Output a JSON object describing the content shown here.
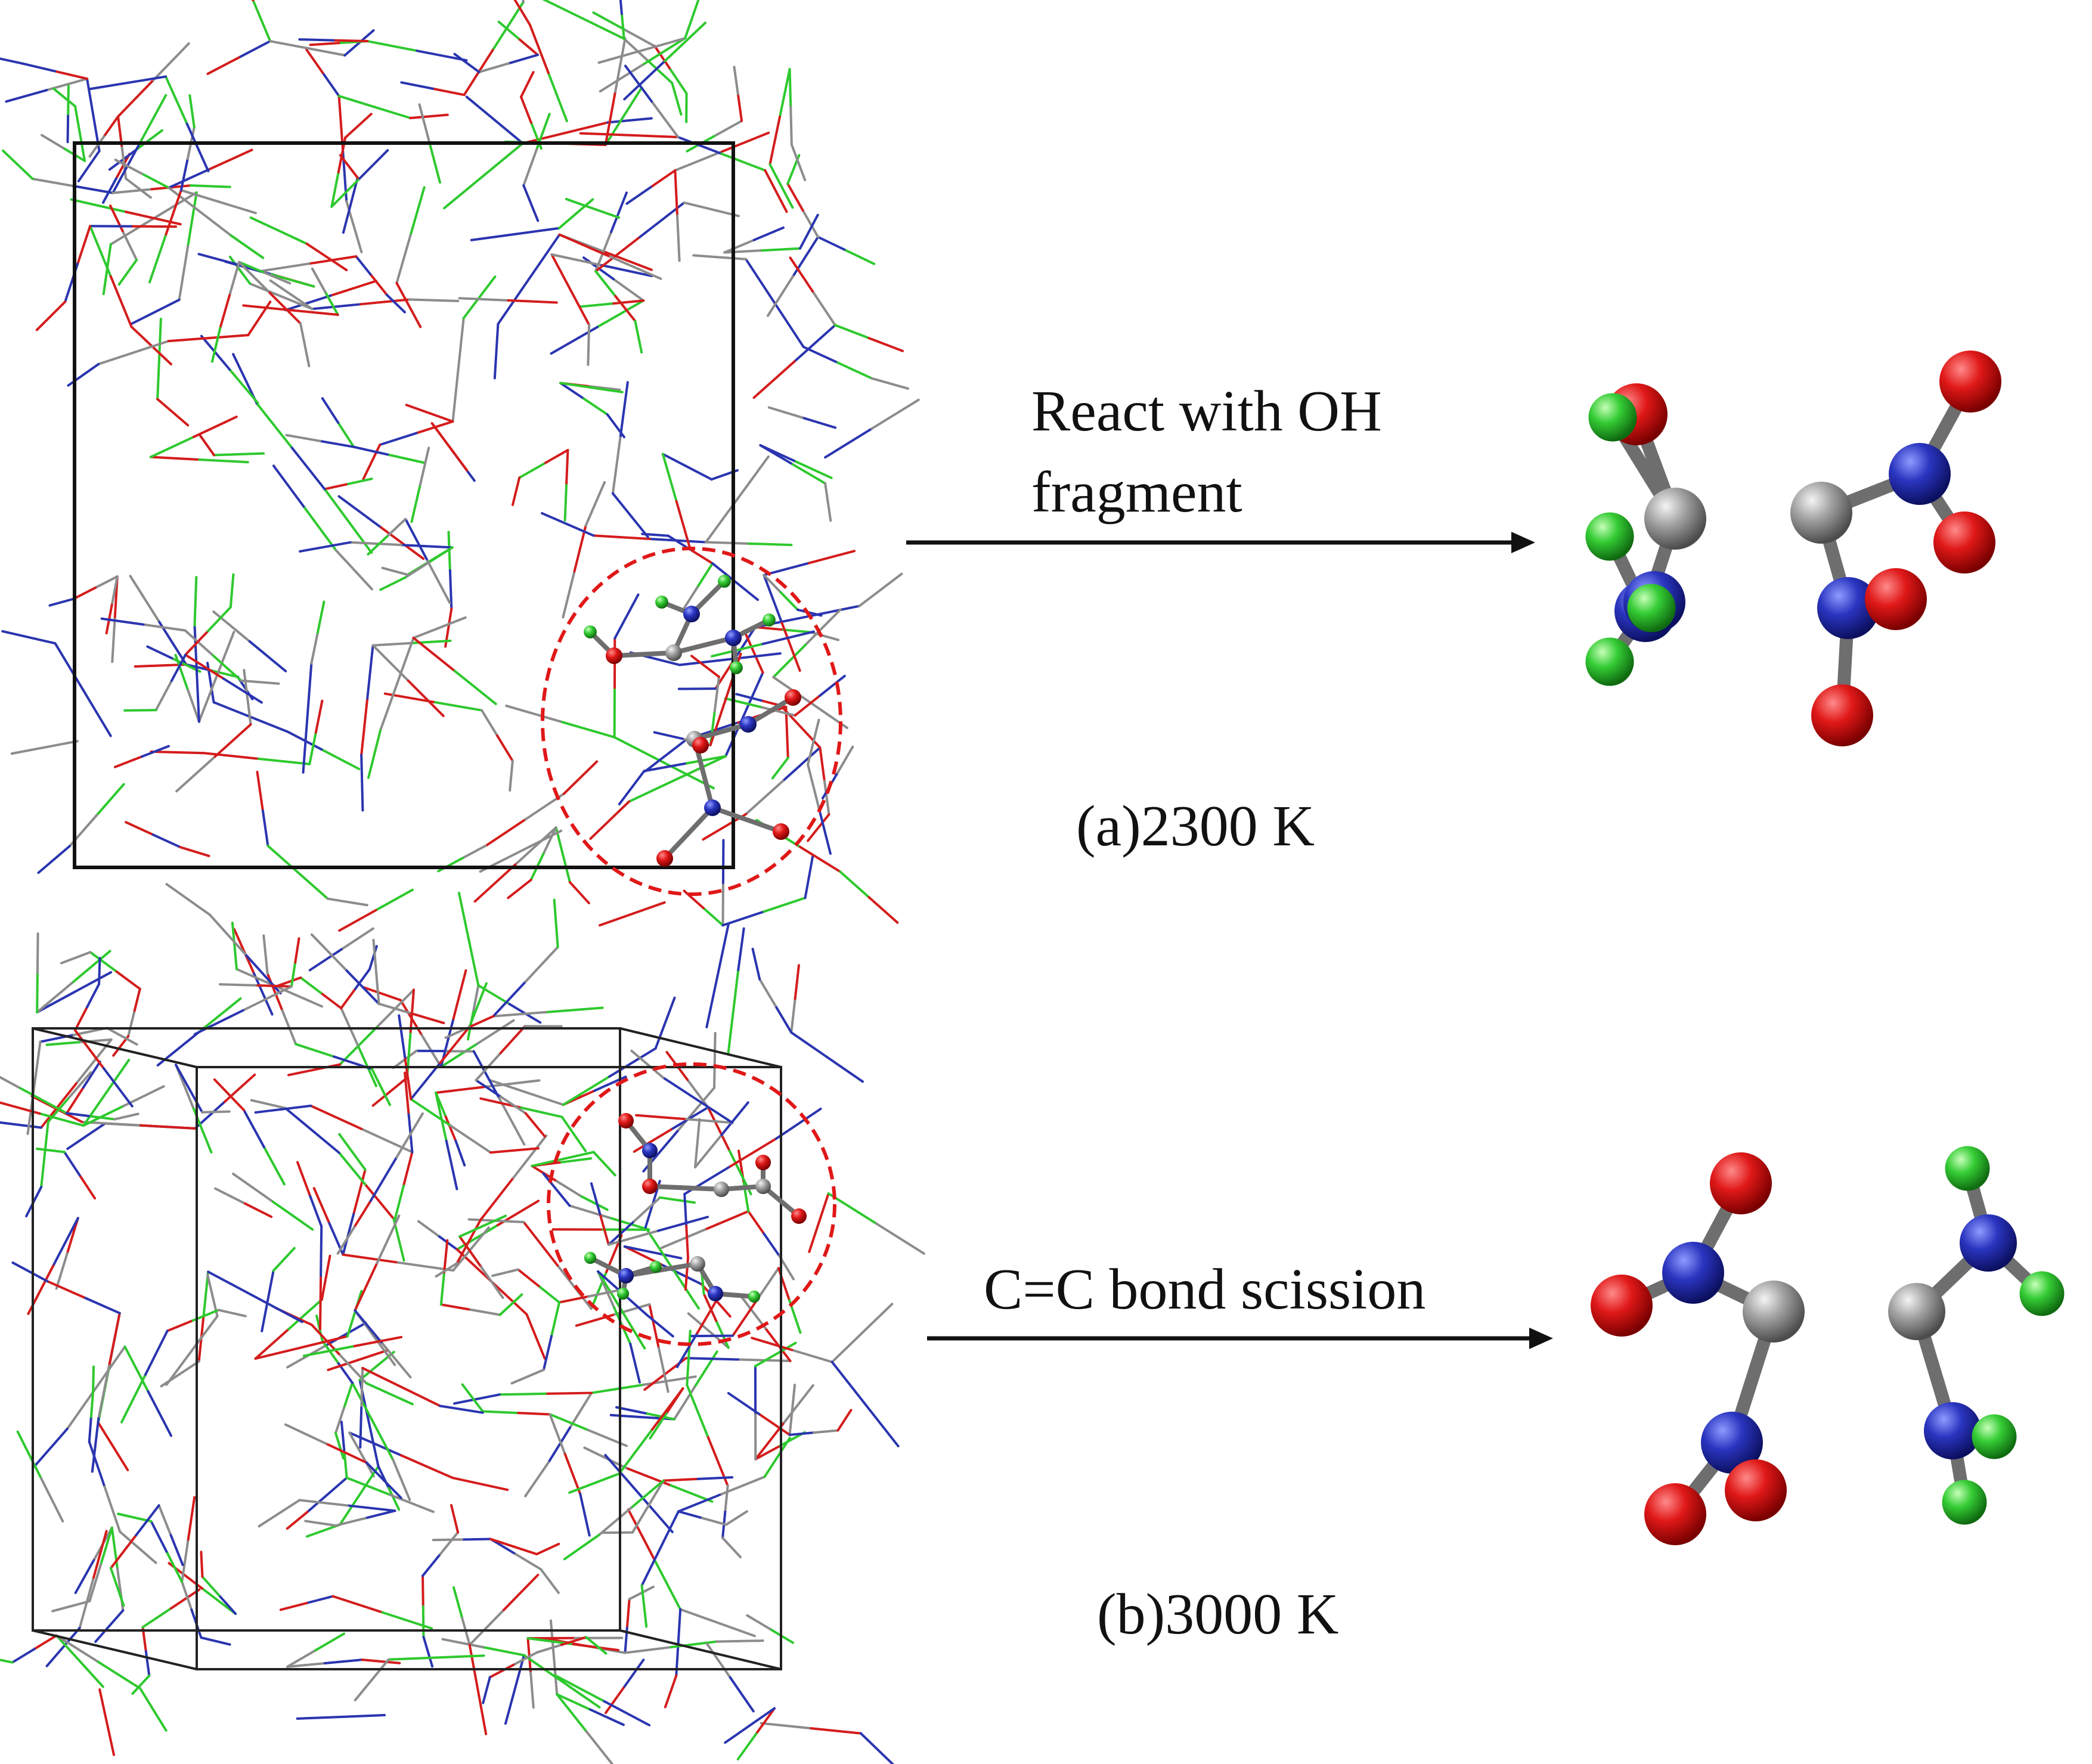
{
  "panels": [
    {
      "id": "a",
      "arrow_label_line1": "React with OH",
      "arrow_label_line2": "fragment",
      "caption": "(a)2300 K"
    },
    {
      "id": "b",
      "arrow_label_line1": "C=C bond scission",
      "arrow_label_line2": "",
      "caption": "(b)3000 K"
    }
  ],
  "colors": {
    "nitrogen": "#2a35b0",
    "oxygen": "#d41c1c",
    "hydrogen": "#2ec92e",
    "carbon": "#8c8c8c",
    "highlight_circle": "#e01818",
    "box": "#111111"
  },
  "icons": {
    "atom_sphere": "ball-and-stick sphere",
    "reaction_arrow": "right-arrow"
  }
}
